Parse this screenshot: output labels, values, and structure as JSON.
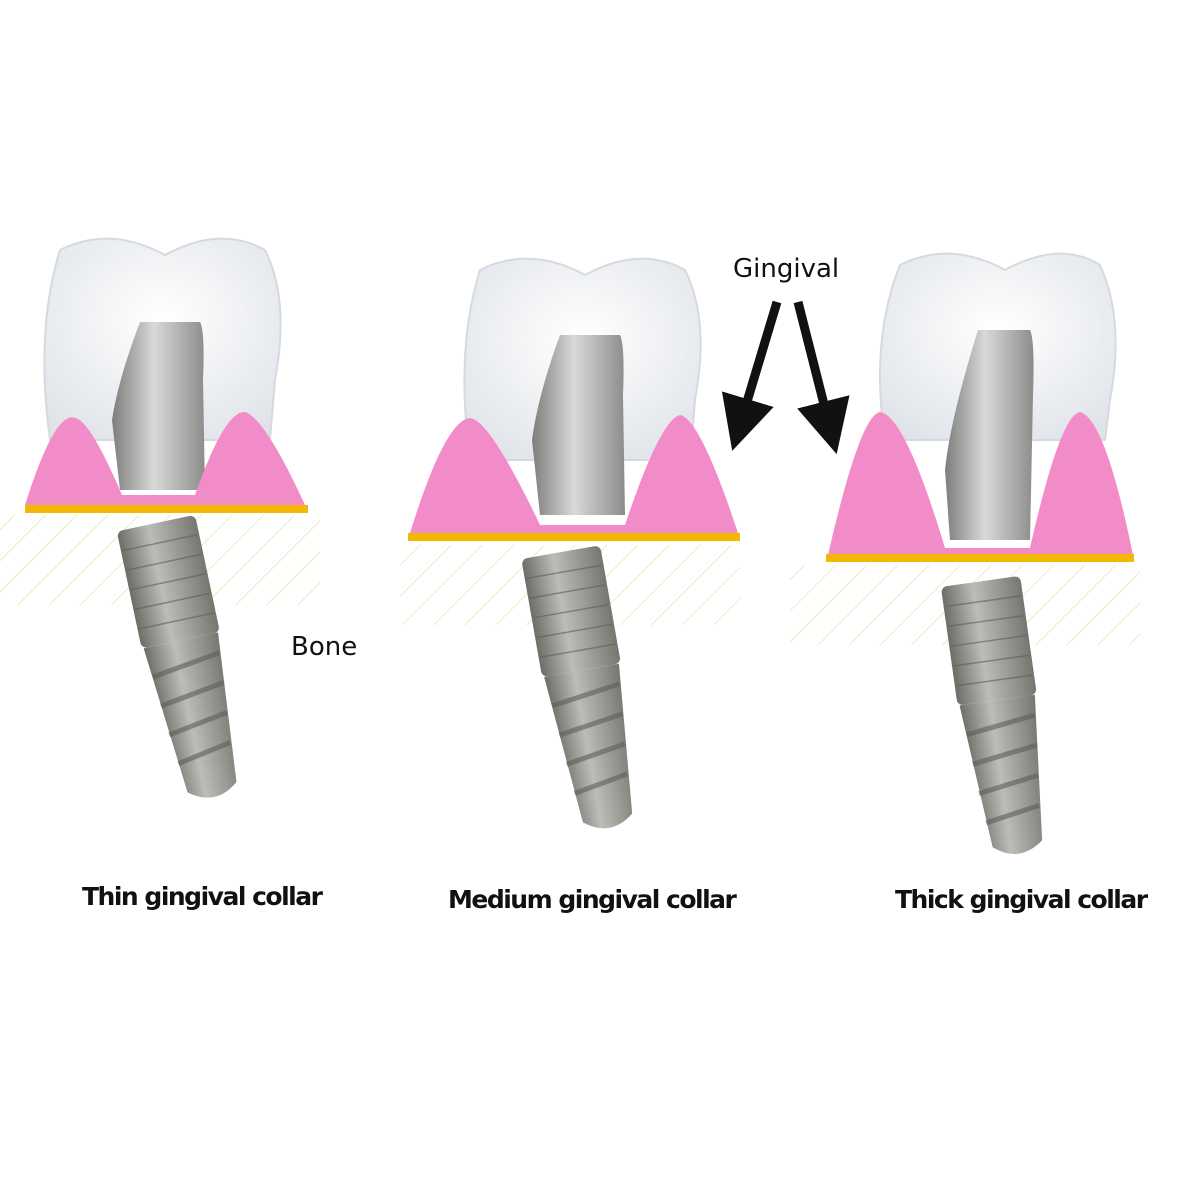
{
  "diagram": {
    "colors": {
      "gingiva": "#f28cc8",
      "bone_line": "#f5b800",
      "crown": "#f4f5f7",
      "abutment": "#9a9a98",
      "implant": "#8a8882",
      "bone_hatch": "#e8ecb0",
      "arrow": "#111111"
    },
    "annotations": {
      "gingival": "Gingival",
      "bone": "Bone"
    },
    "panels": [
      {
        "id": "thin",
        "caption": "Thin gingival collar"
      },
      {
        "id": "medium",
        "caption": "Medium gingival collar"
      },
      {
        "id": "thick",
        "caption": "Thick gingival collar"
      }
    ]
  }
}
